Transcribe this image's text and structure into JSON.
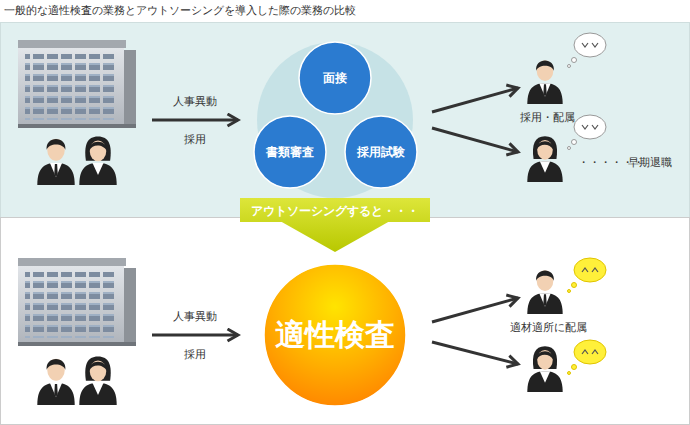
{
  "diagram": {
    "title": "一般的な適性検査の業務とアウトソーシングを導入した際の業務の比較",
    "nodes": [
      {
        "text": [
          "面接"
        ]
      },
      {
        "text": [
          "書類審査"
        ]
      },
      {
        "text": [
          "採用試験"
        ]
      },
      {
        "text": [
          "アウトソーシングすると・・・"
        ]
      },
      {
        "text": [
          "適性検査"
        ]
      }
    ],
    "labels": [
      "人事異動",
      "採用",
      "採用・配属",
      "・・・・・・",
      "早期退職",
      "人事異動",
      "採用",
      "適材適所に配属"
    ]
  }
}
